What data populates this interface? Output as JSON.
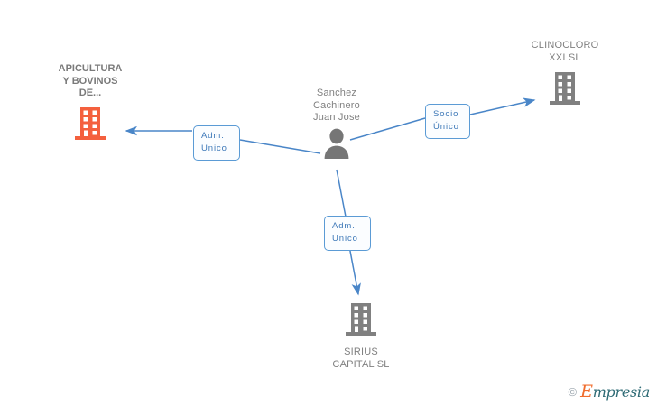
{
  "diagram": {
    "type": "corporate-relationship-graph",
    "background": "#ffffff",
    "colors": {
      "edge": "#4a86c8",
      "relation_border": "#5b9bd5",
      "relation_text": "#3d78b8",
      "company_gray": "#808080",
      "company_highlight_orange": "#f4603e",
      "person_gray": "#767676",
      "label_text": "#808080"
    },
    "nodes": [
      {
        "id": "apicultura",
        "kind": "company",
        "label": "APICULTURA\nY BOVINOS\nDE...",
        "icon": "building-icon",
        "highlighted": true,
        "bold": true
      },
      {
        "id": "person",
        "kind": "person",
        "label": "Sanchez\nCachinero\nJuan Jose",
        "icon": "person-icon",
        "highlighted": false,
        "bold": false
      },
      {
        "id": "clinocloro",
        "kind": "company",
        "label": "CLINOCLORO\nXXI SL",
        "icon": "building-icon",
        "highlighted": false,
        "bold": false
      },
      {
        "id": "sirius",
        "kind": "company",
        "label": "SIRIUS\nCAPITAL SL",
        "icon": "building-icon",
        "highlighted": false,
        "bold": false
      }
    ],
    "edges": [
      {
        "id": "person-to-apicultura",
        "from": "person",
        "to": "apicultura",
        "relation": "Adm.\nUnico",
        "direction": "left"
      },
      {
        "id": "person-to-clinocloro",
        "from": "person",
        "to": "clinocloro",
        "relation": "Socio\nÚnico",
        "direction": "up-right"
      },
      {
        "id": "person-to-sirius",
        "from": "person",
        "to": "sirius",
        "relation": "Adm.\nUnico",
        "direction": "down"
      }
    ]
  },
  "watermark": {
    "copyright": "©",
    "brand_lead": "E",
    "brand_rest": "mpresia"
  }
}
